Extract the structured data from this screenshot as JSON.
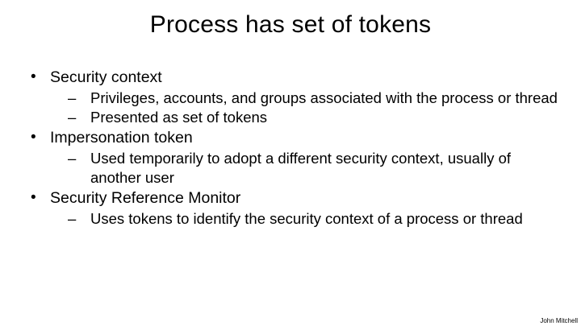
{
  "slide": {
    "title": "Process has set of tokens",
    "bullet_glyph": "•",
    "dash_glyph": "–",
    "items": [
      {
        "text": "Security context",
        "sub": [
          "Privileges, accounts, and groups associated with the process or thread",
          "Presented as set of tokens"
        ]
      },
      {
        "text": "Impersonation token",
        "sub": [
          "Used temporarily to adopt a different security context, usually of another user"
        ]
      },
      {
        "text": "Security Reference Monitor",
        "sub": [
          "Uses tokens to identify the security context of a process or thread"
        ]
      }
    ],
    "footer": "John Mitchell"
  }
}
